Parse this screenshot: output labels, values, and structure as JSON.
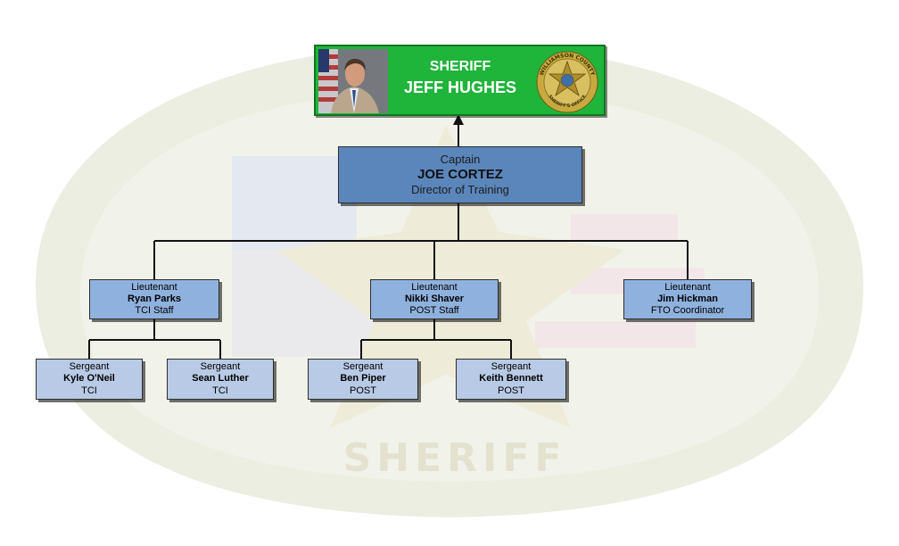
{
  "watermark": {
    "patch_text": "SHERIFF"
  },
  "sheriff": {
    "title": "SHERIFF",
    "name": "JEFF HUGHES",
    "badge_top_text": "WILLIAMSON COUNTY",
    "badge_bottom_text": "SHERIFF'S OFFICE"
  },
  "captain": {
    "rank": "Captain",
    "name": "JOE CORTEZ",
    "role": "Director of Training"
  },
  "lieutenants": [
    {
      "rank": "Lieutenant",
      "name": "Ryan Parks",
      "role": "TCI Staff"
    },
    {
      "rank": "Lieutenant",
      "name": "Nikki Shaver",
      "role": "POST Staff"
    },
    {
      "rank": "Lieutenant",
      "name": "Jim Hickman",
      "role": "FTO Coordinator"
    }
  ],
  "sergeants": [
    {
      "rank": "Sergeant",
      "name": "Kyle O'Neil",
      "role": "TCI"
    },
    {
      "rank": "Sergeant",
      "name": "Sean Luther",
      "role": "TCI"
    },
    {
      "rank": "Sergeant",
      "name": "Ben Piper",
      "role": "POST"
    },
    {
      "rank": "Sergeant",
      "name": "Keith Bennett",
      "role": "POST"
    }
  ],
  "colors": {
    "sheriff_box": "#1fb43a",
    "captain_box": "#5b86bc",
    "lieutenant_box": "#8fb1dd",
    "sergeant_box": "#b8cae5"
  }
}
